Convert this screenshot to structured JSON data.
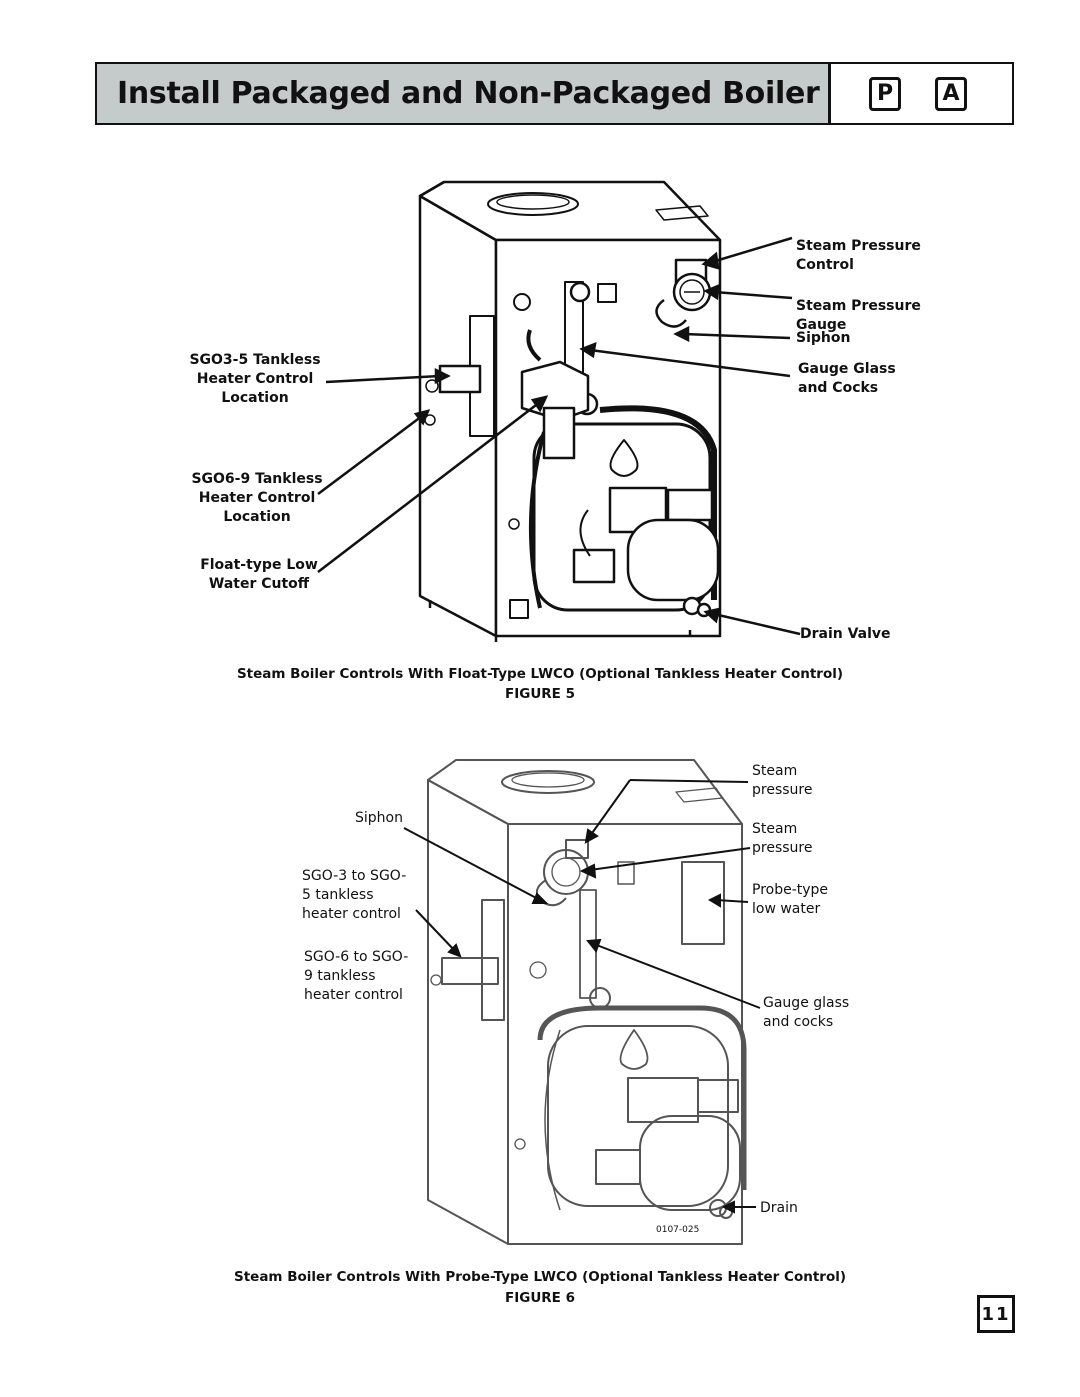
{
  "header": {
    "title": "Install Packaged and Non-Packaged Boiler",
    "badge_p": "P",
    "badge_a": "A"
  },
  "figure5": {
    "labels": {
      "steam_pressure_control": "Steam Pressure\nControl",
      "steam_pressure_gauge": "Steam Pressure\nGauge",
      "siphon": "Siphon",
      "gauge_glass": "Gauge Glass\nand Cocks",
      "drain_valve": "Drain Valve",
      "sgo35": "SGO3-5 Tankless\nHeater Control\nLocation",
      "sgo69": "SGO6-9 Tankless\nHeater Control\nLocation",
      "float_lwco": "Float-type Low\nWater Cutoff"
    },
    "caption": "Steam Boiler Controls With Float-Type LWCO (Optional Tankless Heater Control)",
    "figure_label": "FIGURE 5"
  },
  "figure6": {
    "labels": {
      "steam_pressure_1": "Steam\npressure",
      "steam_pressure_2": "Steam\npressure",
      "probe_lwco": "Probe-type\nlow water",
      "gauge_glass": "Gauge glass\nand cocks",
      "drain": "Drain",
      "siphon": "Siphon",
      "sgo35": "SGO-3 to SGO-\n5 tankless\nheater control",
      "sgo69": "SGO-6 to SGO-\n9 tankless\nheater control",
      "drawing_id": "0107-025"
    },
    "caption": "Steam Boiler Controls With Probe-Type LWCO (Optional Tankless Heater Control)",
    "figure_label": "FIGURE 6"
  },
  "page_number": "11"
}
